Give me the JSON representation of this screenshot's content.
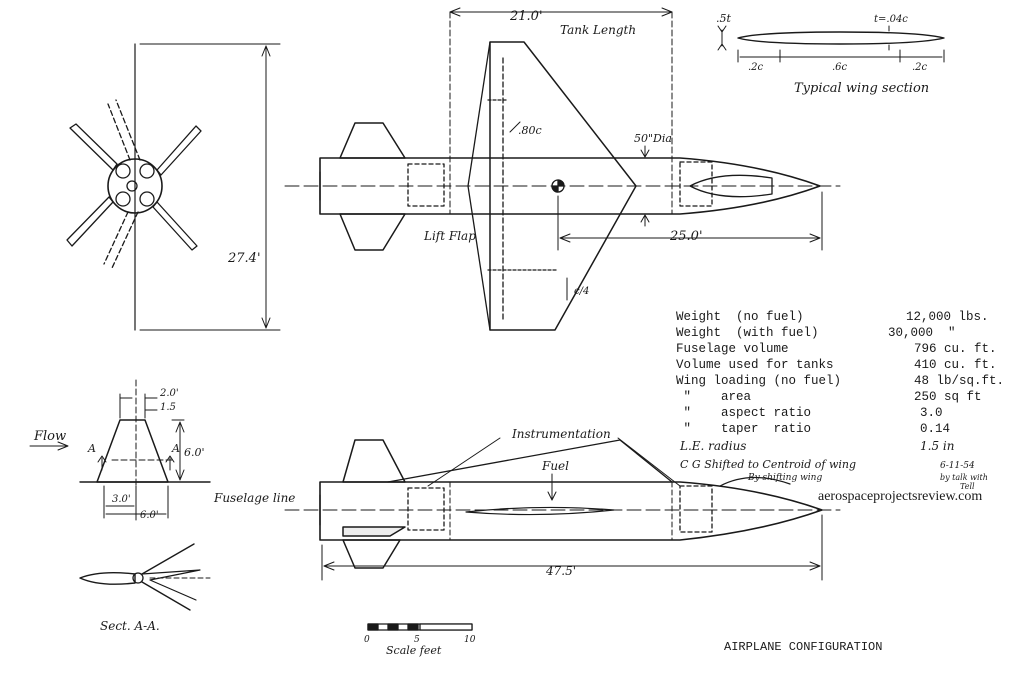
{
  "title": "AIRPLANE CONFIGURATION",
  "watermark": "aerospaceprojectsreview.com",
  "dimensions": {
    "tank_length": "21.0'",
    "tank_length_label": "Tank Length",
    "span": "27.4'",
    "length_to_cg": "25.0'",
    "overall_length": "47.5'",
    "diameter": "50\"Dia",
    "sweep_80c": ".80c",
    "lift_flap": "Lift Flap",
    "flap_frac": "c/4"
  },
  "wing_section": {
    "caption": "Typical wing section",
    "height": ".5t",
    "thickness": "t=.04c",
    "seg_a": ".2c",
    "seg_b": ".6c",
    "seg_c": ".2c"
  },
  "fin": {
    "dim_a": "2.0'",
    "dim_b": "1.5",
    "dim_c": "6.0'",
    "dim_d": "3.0'",
    "dim_e": "6.0'",
    "section_marker": "A",
    "fuselage_line": "Fuselage line",
    "flow": "Flow",
    "sect_label": "Sect. A-A."
  },
  "side_view": {
    "instrumentation": "Instrumentation",
    "fuel": "Fuel"
  },
  "scale": {
    "label": "Scale feet",
    "ticks": [
      "0",
      "5",
      "10"
    ]
  },
  "specs": [
    {
      "label": "Weight  (no fuel)",
      "value": "12,000 lbs."
    },
    {
      "label": "Weight  (with fuel)",
      "value": "30,000  \""
    },
    {
      "label": "Fuselage volume",
      "value": "796 cu. ft."
    },
    {
      "label": "Volume used for tanks",
      "value": "410 cu. ft."
    },
    {
      "label": "Wing loading (no fuel)",
      "value": "48 lb/sq.ft."
    },
    {
      "label": " \"    area",
      "value": "250 sq ft"
    },
    {
      "label": " \"    aspect ratio",
      "value": "3.0"
    },
    {
      "label": " \"    taper  ratio",
      "value": "0.14"
    }
  ],
  "handwritten_specs": {
    "le_radius_label": "L.E. radius",
    "le_radius_value": "1.5 in",
    "cg_note": "C G Shifted to Centroid of wing",
    "cg_note_sub": "By shifting wing",
    "date": "6-11-54",
    "by_talk": "by talk with",
    "name": "Tell"
  }
}
